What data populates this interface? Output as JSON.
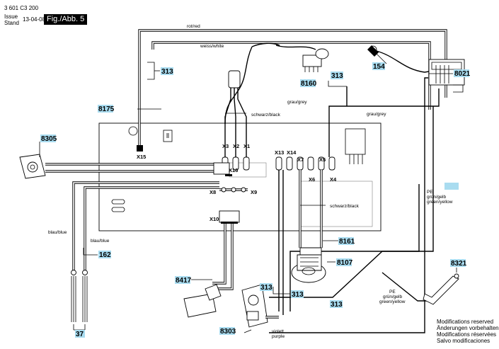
{
  "header": {
    "doc_id": "3 601 C3 200",
    "issue_label": "Issue",
    "issue_label_de": "Stand",
    "issue_date": "13-04-08",
    "figure": "Fig./Abb. 5"
  },
  "parts": {
    "p313a": "313",
    "p8160": "8160",
    "p313b": "313",
    "p154": "154",
    "p8021": "8021",
    "p8175": "8175",
    "p8305": "8305",
    "p162": "162",
    "p8161": "8161",
    "p8107": "8107",
    "p8417": "8417",
    "p313c": "313",
    "p313d": "313",
    "p313e": "313",
    "p8303": "8303",
    "p8321": "8321",
    "p37": "37"
  },
  "connectors": {
    "x15": "X15",
    "x3": "X3",
    "x2": "X2",
    "x1": "X1",
    "x16": "X16",
    "x13": "X13",
    "x14": "X14",
    "x7": "X7",
    "x5": "X5",
    "x6": "X6",
    "x4": "X4",
    "x8": "X8",
    "x9": "X9",
    "x10": "X10"
  },
  "wires": {
    "red": "rot/red",
    "white": "weiss/white",
    "grey1": "grau/grey",
    "grey2": "grau/grey",
    "black1": "schwarz/black",
    "black2": "schwarz/black",
    "blue1": "blau/blue",
    "blue2": "blau/blue",
    "pe1": "PE",
    "pe1_de": "grün/gelb",
    "pe1_en": "green/yellow",
    "pe2": "PE",
    "pe2_de": "grün/gelb",
    "pe2_en": "green/yellow",
    "violet": "violett",
    "purple": "purple"
  },
  "footer": {
    "line1": "Modifications reserved",
    "line2": "Änderungen vorbehalten",
    "line3": "Modifications réservées",
    "line4": "Salvo modificaciones"
  }
}
